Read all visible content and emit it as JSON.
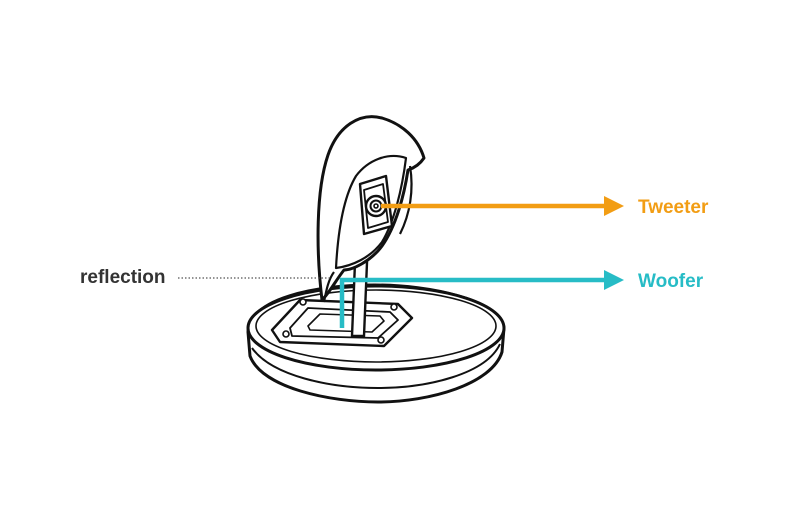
{
  "labels": {
    "tweeter": "Tweeter",
    "woofer": "Woofer",
    "reflection": "reflection"
  },
  "colors": {
    "tweeter": "#F29D14",
    "woofer": "#27BCC6",
    "outline": "#111111",
    "reflection_text": "#333333"
  }
}
